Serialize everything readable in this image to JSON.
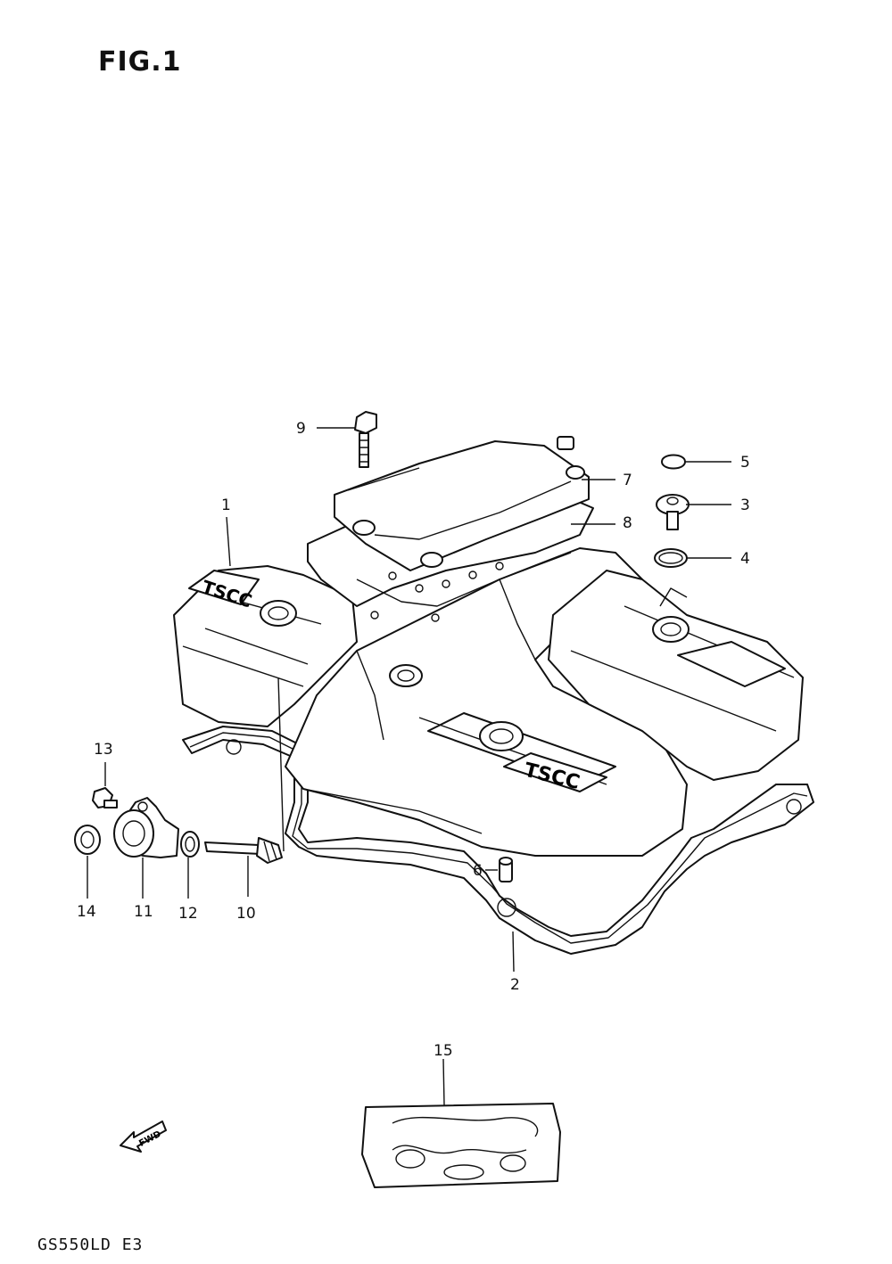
{
  "figure": {
    "title": "FIG.1",
    "model": "GS550LD E3"
  },
  "callouts": [
    "1",
    "2",
    "3",
    "4",
    "5",
    "6",
    "7",
    "8",
    "9",
    "10",
    "11",
    "12",
    "13",
    "14",
    "15"
  ],
  "cover_text": "TSCC",
  "direction_label": "FWD"
}
